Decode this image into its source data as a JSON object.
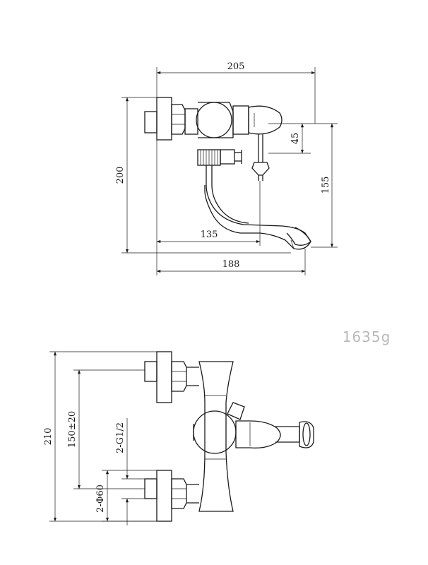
{
  "top_view": {
    "dim_width_overall": "205",
    "dim_height": "200",
    "dim_top_to_cam": "45",
    "dim_spout_height": "155",
    "dim_spout_reach_inner": "135",
    "dim_spout_reach_outer": "188"
  },
  "weight_label": "1635g",
  "front_view": {
    "dim_height_overall": "210",
    "dim_center_distance": "150±20",
    "dim_thread": "2-G1/2",
    "dim_flange": "2-Φ60"
  }
}
